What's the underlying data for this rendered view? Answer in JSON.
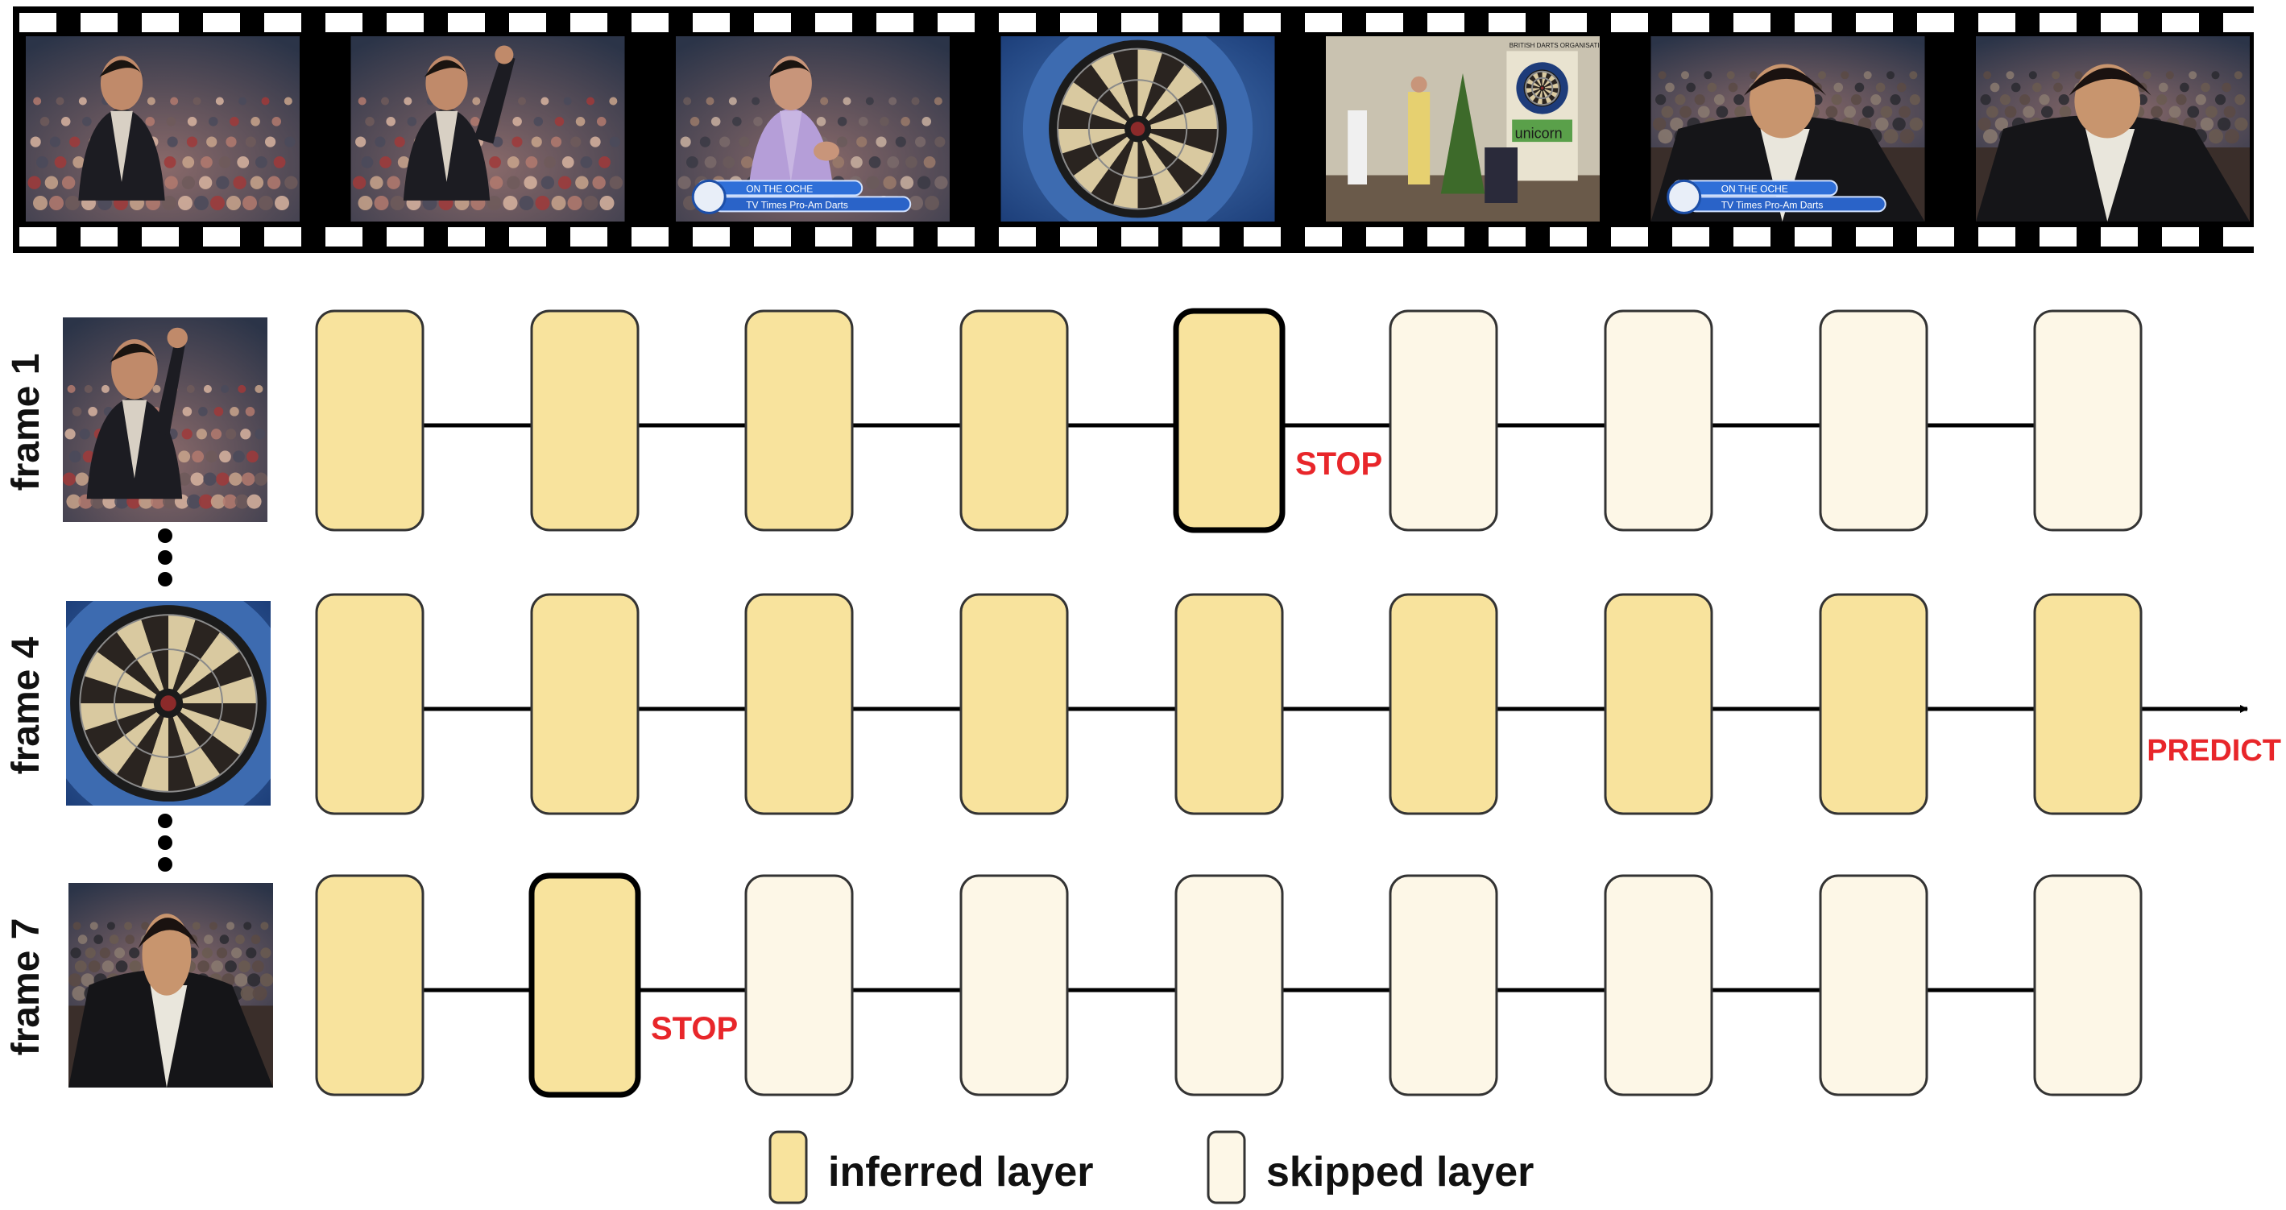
{
  "colors": {
    "inferred": "#F8E39D",
    "skipped": "#FDF7E7",
    "stop": "#E8262A",
    "stroke": "#333333",
    "film": "#000000"
  },
  "filmstrip": {
    "frames": [
      {
        "scene": "man-in-suit-crowd",
        "caption": []
      },
      {
        "scene": "man-pointing-crowd",
        "caption": []
      },
      {
        "scene": "man-purple-shirt-throwing",
        "caption": [
          "ON THE OCHE",
          "TV Times Pro-Am Darts"
        ]
      },
      {
        "scene": "dartboard-closeup",
        "caption": []
      },
      {
        "scene": "stage-with-dartboard",
        "caption": [
          "BRITISH DARTS ORGANISATION",
          "unicorn"
        ]
      },
      {
        "scene": "man-celebrating",
        "caption": [
          "ON THE OCHE",
          "TV Times Pro-Am Darts"
        ]
      },
      {
        "scene": "man-smiling-closeup",
        "caption": []
      }
    ]
  },
  "rows": [
    {
      "label": "frame 1",
      "thumbnail": "man-pointing-crowd",
      "layers": [
        "inferred",
        "inferred",
        "inferred",
        "inferred",
        "inferred",
        "skipped",
        "skipped",
        "skipped",
        "skipped"
      ],
      "exit_index": 4,
      "exit_label": "STOP"
    },
    {
      "label": "frame 4",
      "thumbnail": "dartboard-closeup",
      "layers": [
        "inferred",
        "inferred",
        "inferred",
        "inferred",
        "inferred",
        "inferred",
        "inferred",
        "inferred",
        "inferred"
      ],
      "exit_index": null,
      "exit_label": "PREDICT"
    },
    {
      "label": "frame 7",
      "thumbnail": "man-smiling-closeup",
      "layers": [
        "inferred",
        "inferred",
        "skipped",
        "skipped",
        "skipped",
        "skipped",
        "skipped",
        "skipped",
        "skipped"
      ],
      "exit_index": 1,
      "exit_label": "STOP"
    }
  ],
  "legend": {
    "inferred_label": "inferred layer",
    "skipped_label": "skipped layer"
  }
}
